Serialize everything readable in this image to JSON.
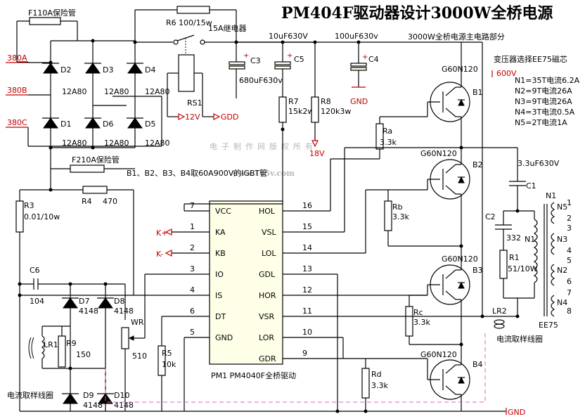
{
  "title": "PM404F驱动器设计3000W全桥电源",
  "subtitle": "3000W全桥电源主电路部分",
  "watermark": [
    "电子制作网版权所有",
    "www.165v.com"
  ],
  "transformer_note": {
    "heading": "变压器选择EE75磁芯",
    "lines": [
      "N1=35T电流6.2A",
      "N2=9T电流26A",
      "N3=9T电流26A",
      "N4=3T电流0.5A",
      "N5=2T电流1A"
    ]
  },
  "inputs": [
    "380A",
    "380B",
    "380C"
  ],
  "fuses": [
    "F110A保险管",
    "F210A保险管"
  ],
  "rectifier": {
    "diodes": [
      "D2",
      "D3",
      "D4",
      "D1",
      "D6",
      "D5"
    ],
    "ratings": [
      "12A80",
      "12A80",
      "12A80",
      "12A80",
      "12A80",
      "12A80"
    ]
  },
  "relay": {
    "resistor": "R6",
    "resistor_value": "100/15w",
    "relay_label": "15A继电器",
    "coil": "RS1",
    "v12": "12V",
    "gdd": "GDD"
  },
  "caps": {
    "c3": "C3",
    "c3_value": "680uF630v",
    "c5_value": "10uF630V",
    "c5": "C5",
    "c4_value": "100uF630v",
    "c4": "C4",
    "c6": "C6",
    "c6_value": "104",
    "c1_value": "3.3uF630V",
    "c1": "C1",
    "c2": "C2",
    "c2_value": "332"
  },
  "resistors": {
    "r7": "R7",
    "r7_value": "15k2w",
    "r8": "R8",
    "r8_value": "120k3w",
    "r3": "R3",
    "r3_value": "0.01/10w",
    "r4": "R4",
    "r4_value": "470",
    "ra": "Ra",
    "ra_value": "3.3k",
    "rb": "Rb",
    "rb_value": "3.3k",
    "rc": "Rc",
    "rc_value": "3.3k",
    "rd": "Rd",
    "rd_value": "3.3k",
    "r5": "R5",
    "r5_value": "10k",
    "r9": "R9",
    "r9_value": "150",
    "r1": "R1",
    "r1_value": "51/10W"
  },
  "supply": {
    "v18": "18V",
    "gnd": "GND",
    "v600": "600V",
    "gnd_bottom": "GND"
  },
  "igbt_note": "B1、B2、B3、B4取60A900V的IGBT管",
  "igbts": [
    {
      "part": "G60N120",
      "name": "B1"
    },
    {
      "part": "G60N120",
      "name": "B2"
    },
    {
      "part": "G60N120",
      "name": "B3"
    },
    {
      "part": "G60N120",
      "name": "B4"
    }
  ],
  "chip": {
    "label": "PM1  PM4040F全桥驱动",
    "left_pins": [
      {
        "num": "7",
        "name": "VCC"
      },
      {
        "num": "1",
        "name": "KA"
      },
      {
        "num": "2",
        "name": "KB"
      },
      {
        "num": "3",
        "name": "IO"
      },
      {
        "num": "4",
        "name": "IS"
      },
      {
        "num": "6",
        "name": "DT"
      },
      {
        "num": "5",
        "name": "GND"
      }
    ],
    "right_pins": [
      {
        "num": "16",
        "name": "HOL"
      },
      {
        "num": "15",
        "name": "VSL"
      },
      {
        "num": "14",
        "name": "LOL"
      },
      {
        "num": "13",
        "name": "GDL"
      },
      {
        "num": "12",
        "name": "HOR"
      },
      {
        "num": "11",
        "name": "VSR"
      },
      {
        "num": "10",
        "name": "LOR"
      },
      {
        "num": "9",
        "name": "GDR"
      }
    ]
  },
  "k_plus": "K+",
  "k_minus": "K-",
  "sense": {
    "diodes": [
      "D7",
      "D8",
      "D9",
      "D10"
    ],
    "ratings": [
      "4148",
      "4148",
      "4148",
      "4148"
    ],
    "pot": "WR",
    "pot_value": "510",
    "lr1": "LR1",
    "lr2": "LR2",
    "sense_label": "电流取样线圈"
  },
  "transformer": {
    "n1": "N1",
    "core": "EE75",
    "windings": [
      "N5",
      "N3",
      "N2",
      "N4"
    ],
    "pins": [
      "1",
      "2",
      "3",
      "4",
      "5",
      "6",
      "7",
      "8"
    ]
  },
  "colors": {
    "wire": "#000000",
    "accent": "#c00000",
    "sense": "#e060c0",
    "watermark": "#b8b8b8"
  }
}
